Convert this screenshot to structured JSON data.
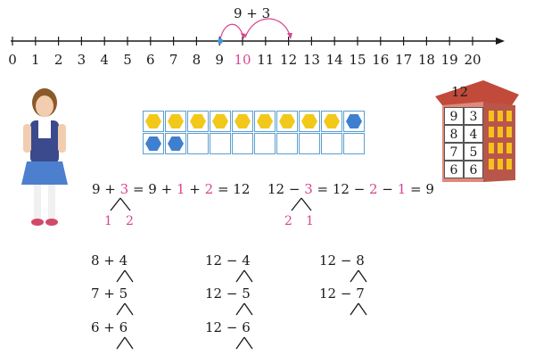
{
  "number_line": {
    "top_expression": "9 + 3",
    "labels": [
      "0",
      "1",
      "2",
      "3",
      "4",
      "5",
      "6",
      "7",
      "8",
      "9",
      "10",
      "11",
      "12",
      "13",
      "14",
      "15",
      "16",
      "17",
      "18",
      "19",
      "20"
    ],
    "highlight_label": "10",
    "colors": {
      "arrow": "#d8458f",
      "line": "#1a1a1a",
      "start_dot": "#3a9ad9"
    }
  },
  "counting_frame": {
    "top_row": [
      "yellow",
      "yellow",
      "yellow",
      "yellow",
      "yellow",
      "yellow",
      "yellow",
      "yellow",
      "yellow",
      "blue"
    ],
    "bottom_row": [
      "blue",
      "blue",
      "",
      "",
      "",
      "",
      "",
      "",
      "",
      ""
    ],
    "colors": {
      "yellow": "#f2c81b",
      "blue": "#3f7fcf",
      "border": "#5b9fd1"
    }
  },
  "house": {
    "roof_number": "12",
    "pairs": [
      [
        "9",
        "3"
      ],
      [
        "8",
        "4"
      ],
      [
        "7",
        "5"
      ],
      [
        "6",
        "6"
      ]
    ],
    "colors": {
      "roof": "#c24a3a",
      "wall": "#e1887a",
      "window": "#f5c21c"
    }
  },
  "worked_examples": {
    "addition": {
      "a": "9 + ",
      "b": "3",
      "c": " = 9 + ",
      "d": "1",
      "e": " + ",
      "f": "2",
      "g": " = 12",
      "split": [
        "1",
        "2"
      ]
    },
    "subtraction": {
      "a": "12 − ",
      "b": "3",
      "c": " = 12 − ",
      "d": "2",
      "e": " − ",
      "f": "1",
      "g": " = 9",
      "split": [
        "2",
        "1"
      ]
    }
  },
  "exercises": {
    "col1": [
      "8 + 4",
      "7 + 5",
      "6 + 6"
    ],
    "col2": [
      "12 − 4",
      "12 − 5",
      "12 − 6"
    ],
    "col3": [
      "12 − 8",
      "12 − 7"
    ]
  }
}
